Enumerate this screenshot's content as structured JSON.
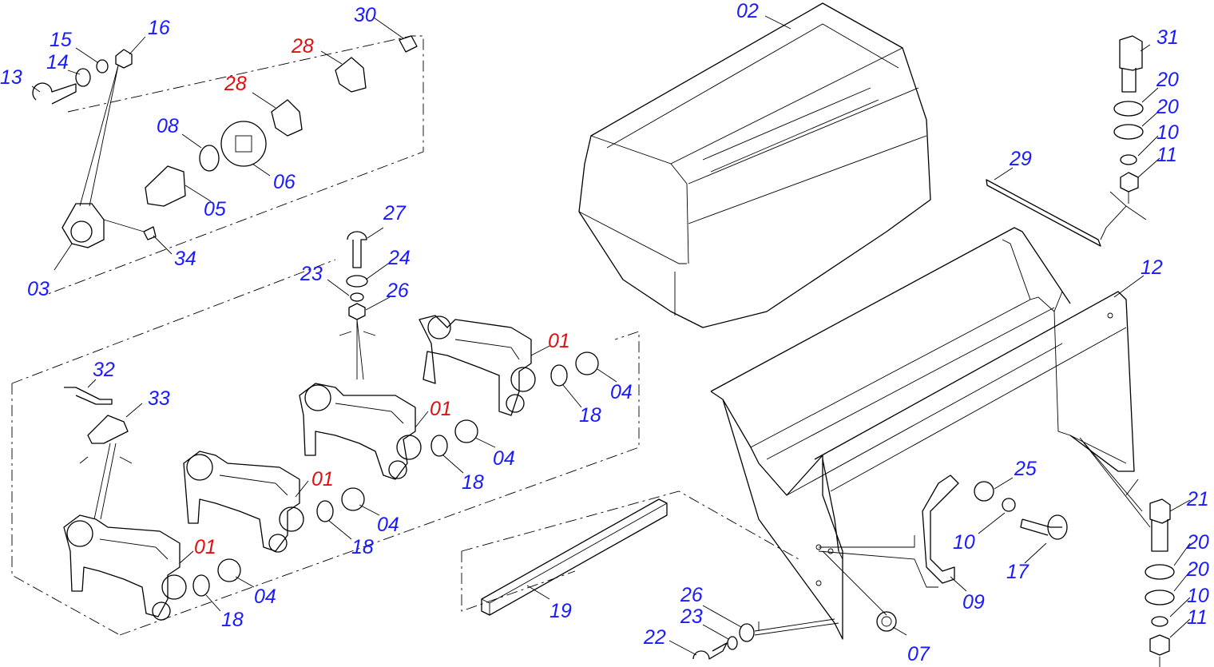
{
  "diagram": {
    "colors": {
      "standard_label": "#1a1aff",
      "highlight_label": "#e01010",
      "line": "#000000"
    },
    "labels": [
      {
        "id": "l13",
        "text": "13",
        "tone": "standard"
      },
      {
        "id": "l15",
        "text": "15",
        "tone": "standard"
      },
      {
        "id": "l14",
        "text": "14",
        "tone": "standard"
      },
      {
        "id": "l16",
        "text": "16",
        "tone": "standard"
      },
      {
        "id": "l30",
        "text": "30",
        "tone": "standard"
      },
      {
        "id": "l28a",
        "text": "28",
        "tone": "highlight"
      },
      {
        "id": "l28b",
        "text": "28",
        "tone": "highlight"
      },
      {
        "id": "l08",
        "text": "08",
        "tone": "standard"
      },
      {
        "id": "l06",
        "text": "06",
        "tone": "standard"
      },
      {
        "id": "l05",
        "text": "05",
        "tone": "standard"
      },
      {
        "id": "l03",
        "text": "03",
        "tone": "standard"
      },
      {
        "id": "l34",
        "text": "34",
        "tone": "standard"
      },
      {
        "id": "l02",
        "text": "02",
        "tone": "standard"
      },
      {
        "id": "l31",
        "text": "31",
        "tone": "standard"
      },
      {
        "id": "l20a",
        "text": "20",
        "tone": "standard"
      },
      {
        "id": "l20b",
        "text": "20",
        "tone": "standard"
      },
      {
        "id": "l10a",
        "text": "10",
        "tone": "standard"
      },
      {
        "id": "l11a",
        "text": "11",
        "tone": "standard"
      },
      {
        "id": "l29",
        "text": "29",
        "tone": "standard"
      },
      {
        "id": "l12",
        "text": "12",
        "tone": "standard"
      },
      {
        "id": "l27",
        "text": "27",
        "tone": "standard"
      },
      {
        "id": "l24",
        "text": "24",
        "tone": "standard"
      },
      {
        "id": "l23a",
        "text": "23",
        "tone": "standard"
      },
      {
        "id": "l26a",
        "text": "26",
        "tone": "standard"
      },
      {
        "id": "l01a",
        "text": "01",
        "tone": "highlight"
      },
      {
        "id": "l04a",
        "text": "04",
        "tone": "standard"
      },
      {
        "id": "l18a",
        "text": "18",
        "tone": "standard"
      },
      {
        "id": "l32",
        "text": "32",
        "tone": "standard"
      },
      {
        "id": "l33",
        "text": "33",
        "tone": "standard"
      },
      {
        "id": "l01b",
        "text": "01",
        "tone": "highlight"
      },
      {
        "id": "l04b",
        "text": "04",
        "tone": "standard"
      },
      {
        "id": "l18b",
        "text": "18",
        "tone": "standard"
      },
      {
        "id": "l01c",
        "text": "01",
        "tone": "highlight"
      },
      {
        "id": "l04c",
        "text": "04",
        "tone": "standard"
      },
      {
        "id": "l18c",
        "text": "18",
        "tone": "standard"
      },
      {
        "id": "l01d",
        "text": "01",
        "tone": "highlight"
      },
      {
        "id": "l04d",
        "text": "04",
        "tone": "standard"
      },
      {
        "id": "l18d",
        "text": "18",
        "tone": "standard"
      },
      {
        "id": "l19",
        "text": "19",
        "tone": "standard"
      },
      {
        "id": "l25",
        "text": "25",
        "tone": "standard"
      },
      {
        "id": "l10b",
        "text": "10",
        "tone": "standard"
      },
      {
        "id": "l17",
        "text": "17",
        "tone": "standard"
      },
      {
        "id": "l09",
        "text": "09",
        "tone": "standard"
      },
      {
        "id": "l07",
        "text": "07",
        "tone": "standard"
      },
      {
        "id": "l26b",
        "text": "26",
        "tone": "standard"
      },
      {
        "id": "l23b",
        "text": "23",
        "tone": "standard"
      },
      {
        "id": "l22",
        "text": "22",
        "tone": "standard"
      },
      {
        "id": "l21",
        "text": "21",
        "tone": "standard"
      },
      {
        "id": "l20c",
        "text": "20",
        "tone": "standard"
      },
      {
        "id": "l20d",
        "text": "20",
        "tone": "standard"
      },
      {
        "id": "l10c",
        "text": "10",
        "tone": "standard"
      },
      {
        "id": "l11b",
        "text": "11",
        "tone": "standard"
      }
    ]
  }
}
